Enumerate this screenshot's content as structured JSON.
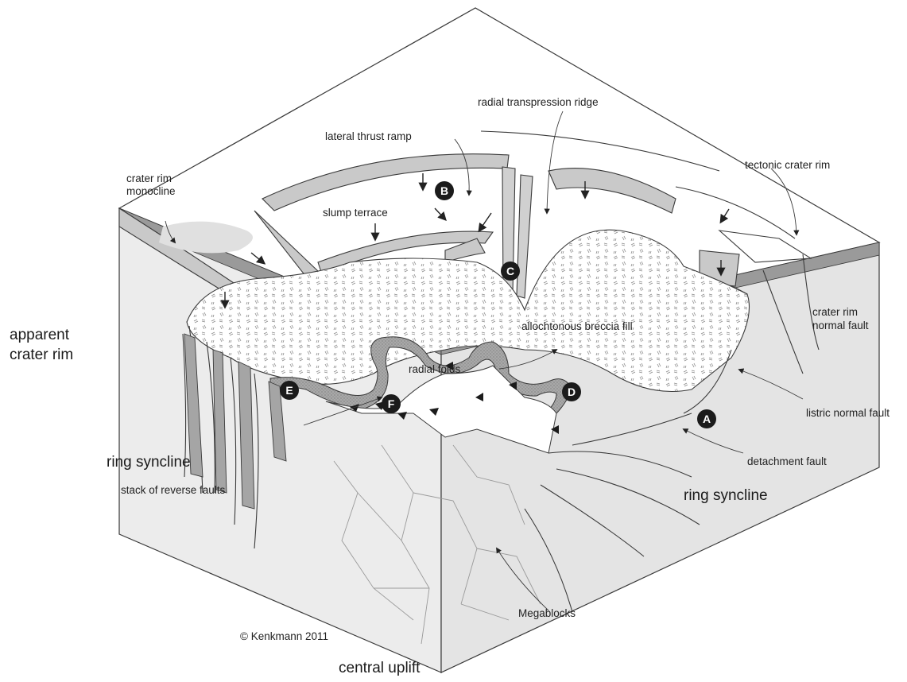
{
  "labels": {
    "radial_transpression_ridge": "radial transpression ridge",
    "lateral_thrust_ramp": "lateral thrust ramp",
    "tectonic_crater_rim": "tectonic crater rim",
    "crater_rim_monocline_1": "crater rim",
    "crater_rim_monocline_2": "monocline",
    "slump_terrace": "slump terrace",
    "apparent_crater_rim_1": "apparent",
    "apparent_crater_rim_2": "crater rim",
    "allochtonous_breccia_fill": "allochtonous breccia fill",
    "crater_rim_normal_fault_1": "crater rim",
    "crater_rim_normal_fault_2": "normal fault",
    "radial_folds": "radial folds",
    "listric_normal_fault": "listric normal fault",
    "ring_syncline_left": "ring syncline",
    "detachment_fault": "detachment fault",
    "stack_of_reverse_faults": "stack of reverse faults",
    "ring_syncline_right": "ring syncline",
    "megablocks": "Megablocks",
    "copyright": "© Kenkmann 2011",
    "central_uplift": "central uplift"
  },
  "markers": {
    "a": "A",
    "b": "B",
    "c": "C",
    "d": "D",
    "e": "E",
    "f": "F"
  },
  "colors": {
    "outline": "#3a3a3a",
    "top_surface": "#ffffff",
    "front_face": "#ececec",
    "right_face": "#e4e4e4",
    "layer_band": "#9a9a9a",
    "slump_gray": "#c9c9c9",
    "breccia_hatch": "#8a8a8a",
    "marker_fill": "#1b1b1b",
    "marker_text": "#ffffff"
  }
}
